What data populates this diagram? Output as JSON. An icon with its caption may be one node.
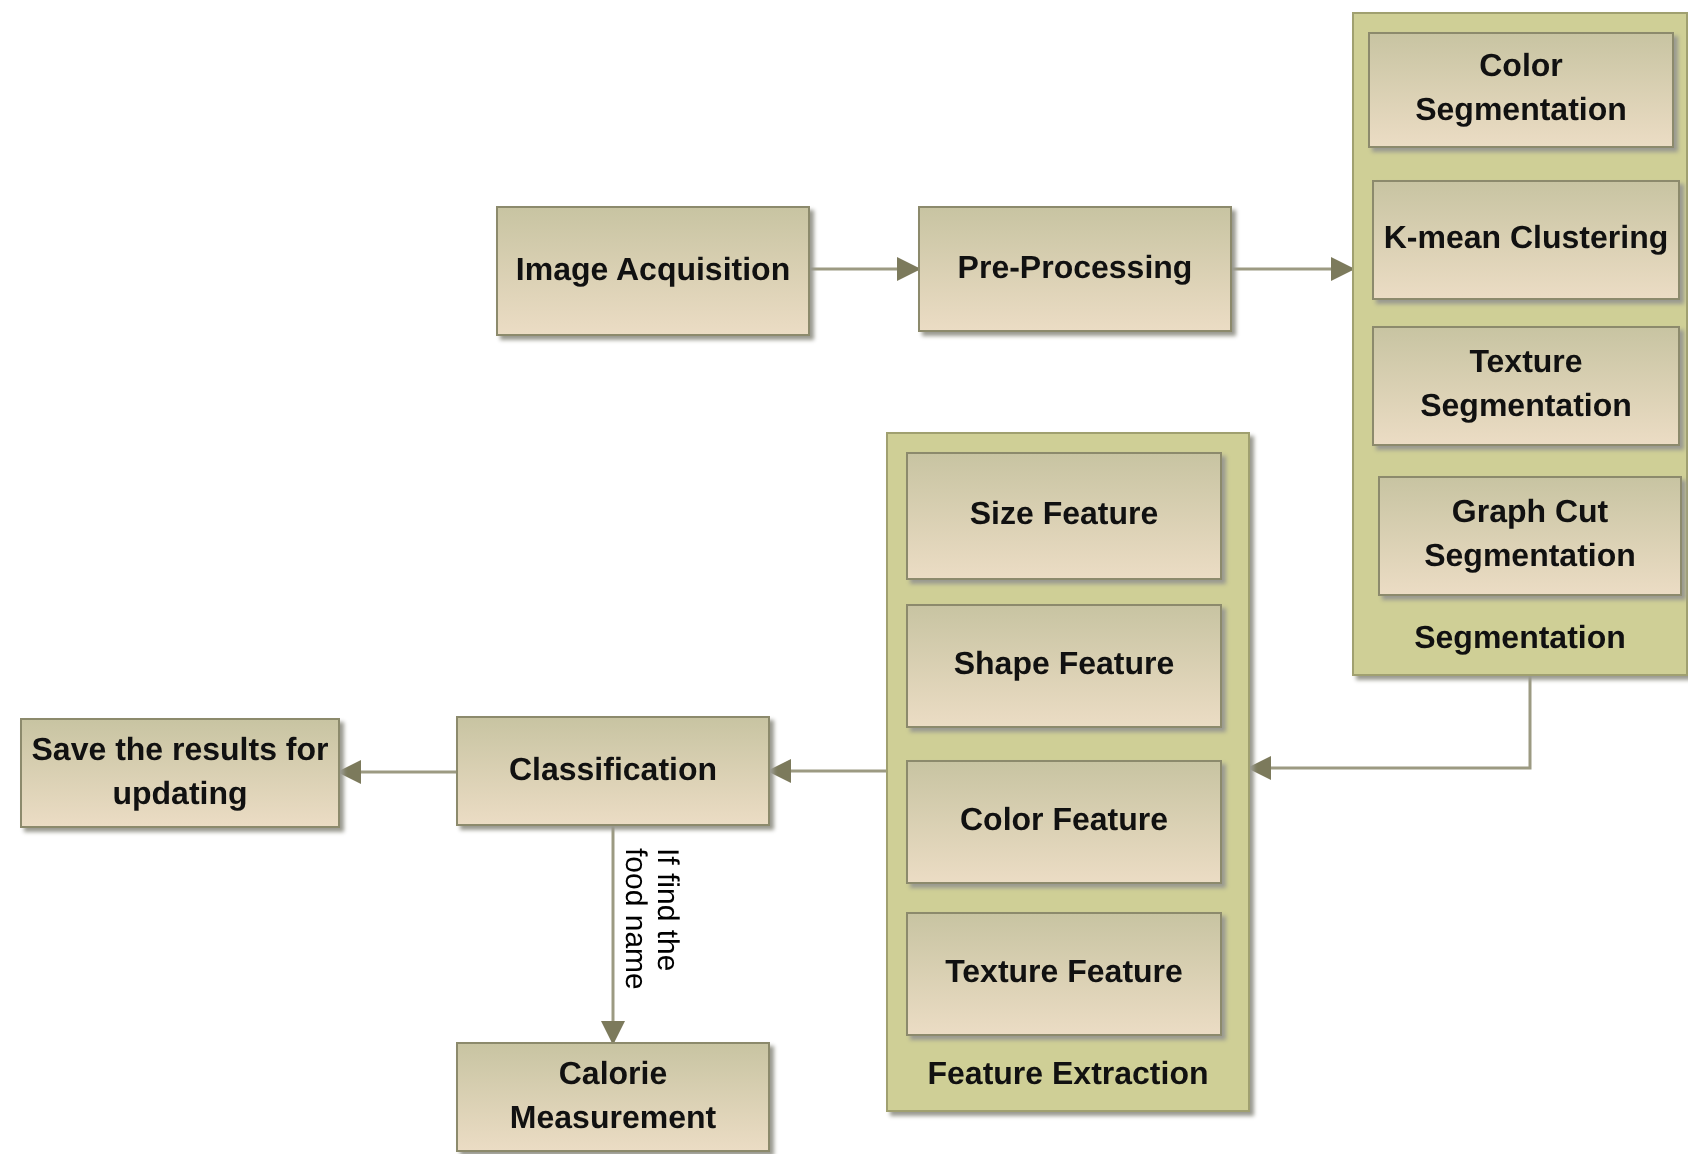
{
  "diagram": {
    "nodes": [
      {
        "text": [
          "Image Acquisition"
        ]
      },
      {
        "text": [
          "Pre-Processing"
        ]
      },
      {
        "text": [
          "Segmentation"
        ]
      },
      {
        "text": [
          "Color Segmentation"
        ],
        "in": 2
      },
      {
        "text": [
          "K-mean Clustering"
        ],
        "in": 2
      },
      {
        "text": [
          "Texture Segmentation"
        ],
        "in": 2
      },
      {
        "text": [
          "Graph Cut Segmentation"
        ],
        "in": 2
      },
      {
        "text": [
          "Feature Extraction"
        ]
      },
      {
        "text": [
          "Size Feature"
        ],
        "in": 7
      },
      {
        "text": [
          "Shape Feature"
        ],
        "in": 7
      },
      {
        "text": [
          "Color Feature"
        ],
        "in": 7
      },
      {
        "text": [
          "Texture Feature"
        ],
        "in": 7
      },
      {
        "text": [
          "Classification"
        ]
      },
      {
        "text": [
          "Save the results for updating"
        ]
      },
      {
        "text": [
          "Calorie Measurement"
        ]
      }
    ],
    "edges": [
      {
        "from": 0,
        "to": 1,
        "arrow": "to"
      },
      {
        "from": 1,
        "to": 2,
        "arrow": "to"
      },
      {
        "from": 2,
        "to": 7,
        "arrow": "to"
      },
      {
        "from": 7,
        "to": 12,
        "arrow": "to"
      },
      {
        "from": 12,
        "to": 13,
        "arrow": "to"
      },
      {
        "from": 12,
        "to": 14,
        "label": "If find the food name",
        "arrow": "to"
      }
    ]
  }
}
